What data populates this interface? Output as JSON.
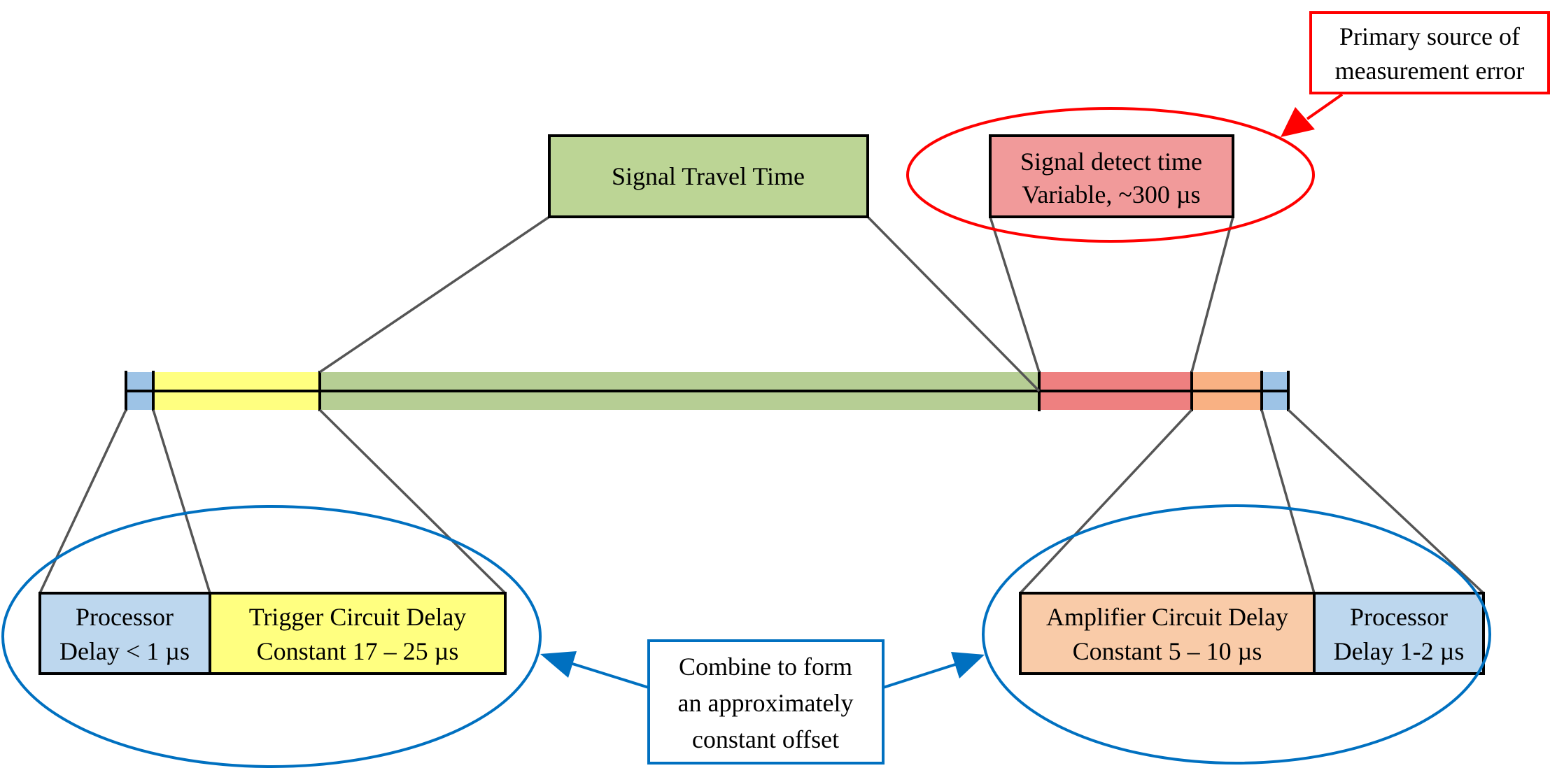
{
  "travel_box": {
    "label": "Signal Travel Time"
  },
  "detect_box": {
    "line1": "Signal detect time",
    "line2": "Variable, ~300 µs"
  },
  "error_callout": {
    "line1": "Primary source of",
    "line2": "measurement error"
  },
  "left_group": {
    "processor": {
      "line1": "Processor",
      "line2": "Delay < 1 µs"
    },
    "trigger": {
      "line1": "Trigger Circuit Delay",
      "line2": "Constant  17 – 25 µs"
    }
  },
  "right_group": {
    "amplifier": {
      "line1": "Amplifier Circuit Delay",
      "line2": "Constant  5 – 10 µs"
    },
    "processor": {
      "line1": "Processor",
      "line2": "Delay 1-2 µs"
    }
  },
  "offset_callout": {
    "line1": "Combine to form",
    "line2": "an approximately",
    "line3": "constant offset"
  },
  "colors": {
    "processor_blue": "#bdd7ee",
    "trigger_yellow": "#ffff80",
    "travel_green": "#bcd595",
    "detect_red": "#f19a9a",
    "amplifier_orange": "#f9cba8",
    "highlight_red": "#ff0000",
    "highlight_blue": "#0070c0"
  }
}
